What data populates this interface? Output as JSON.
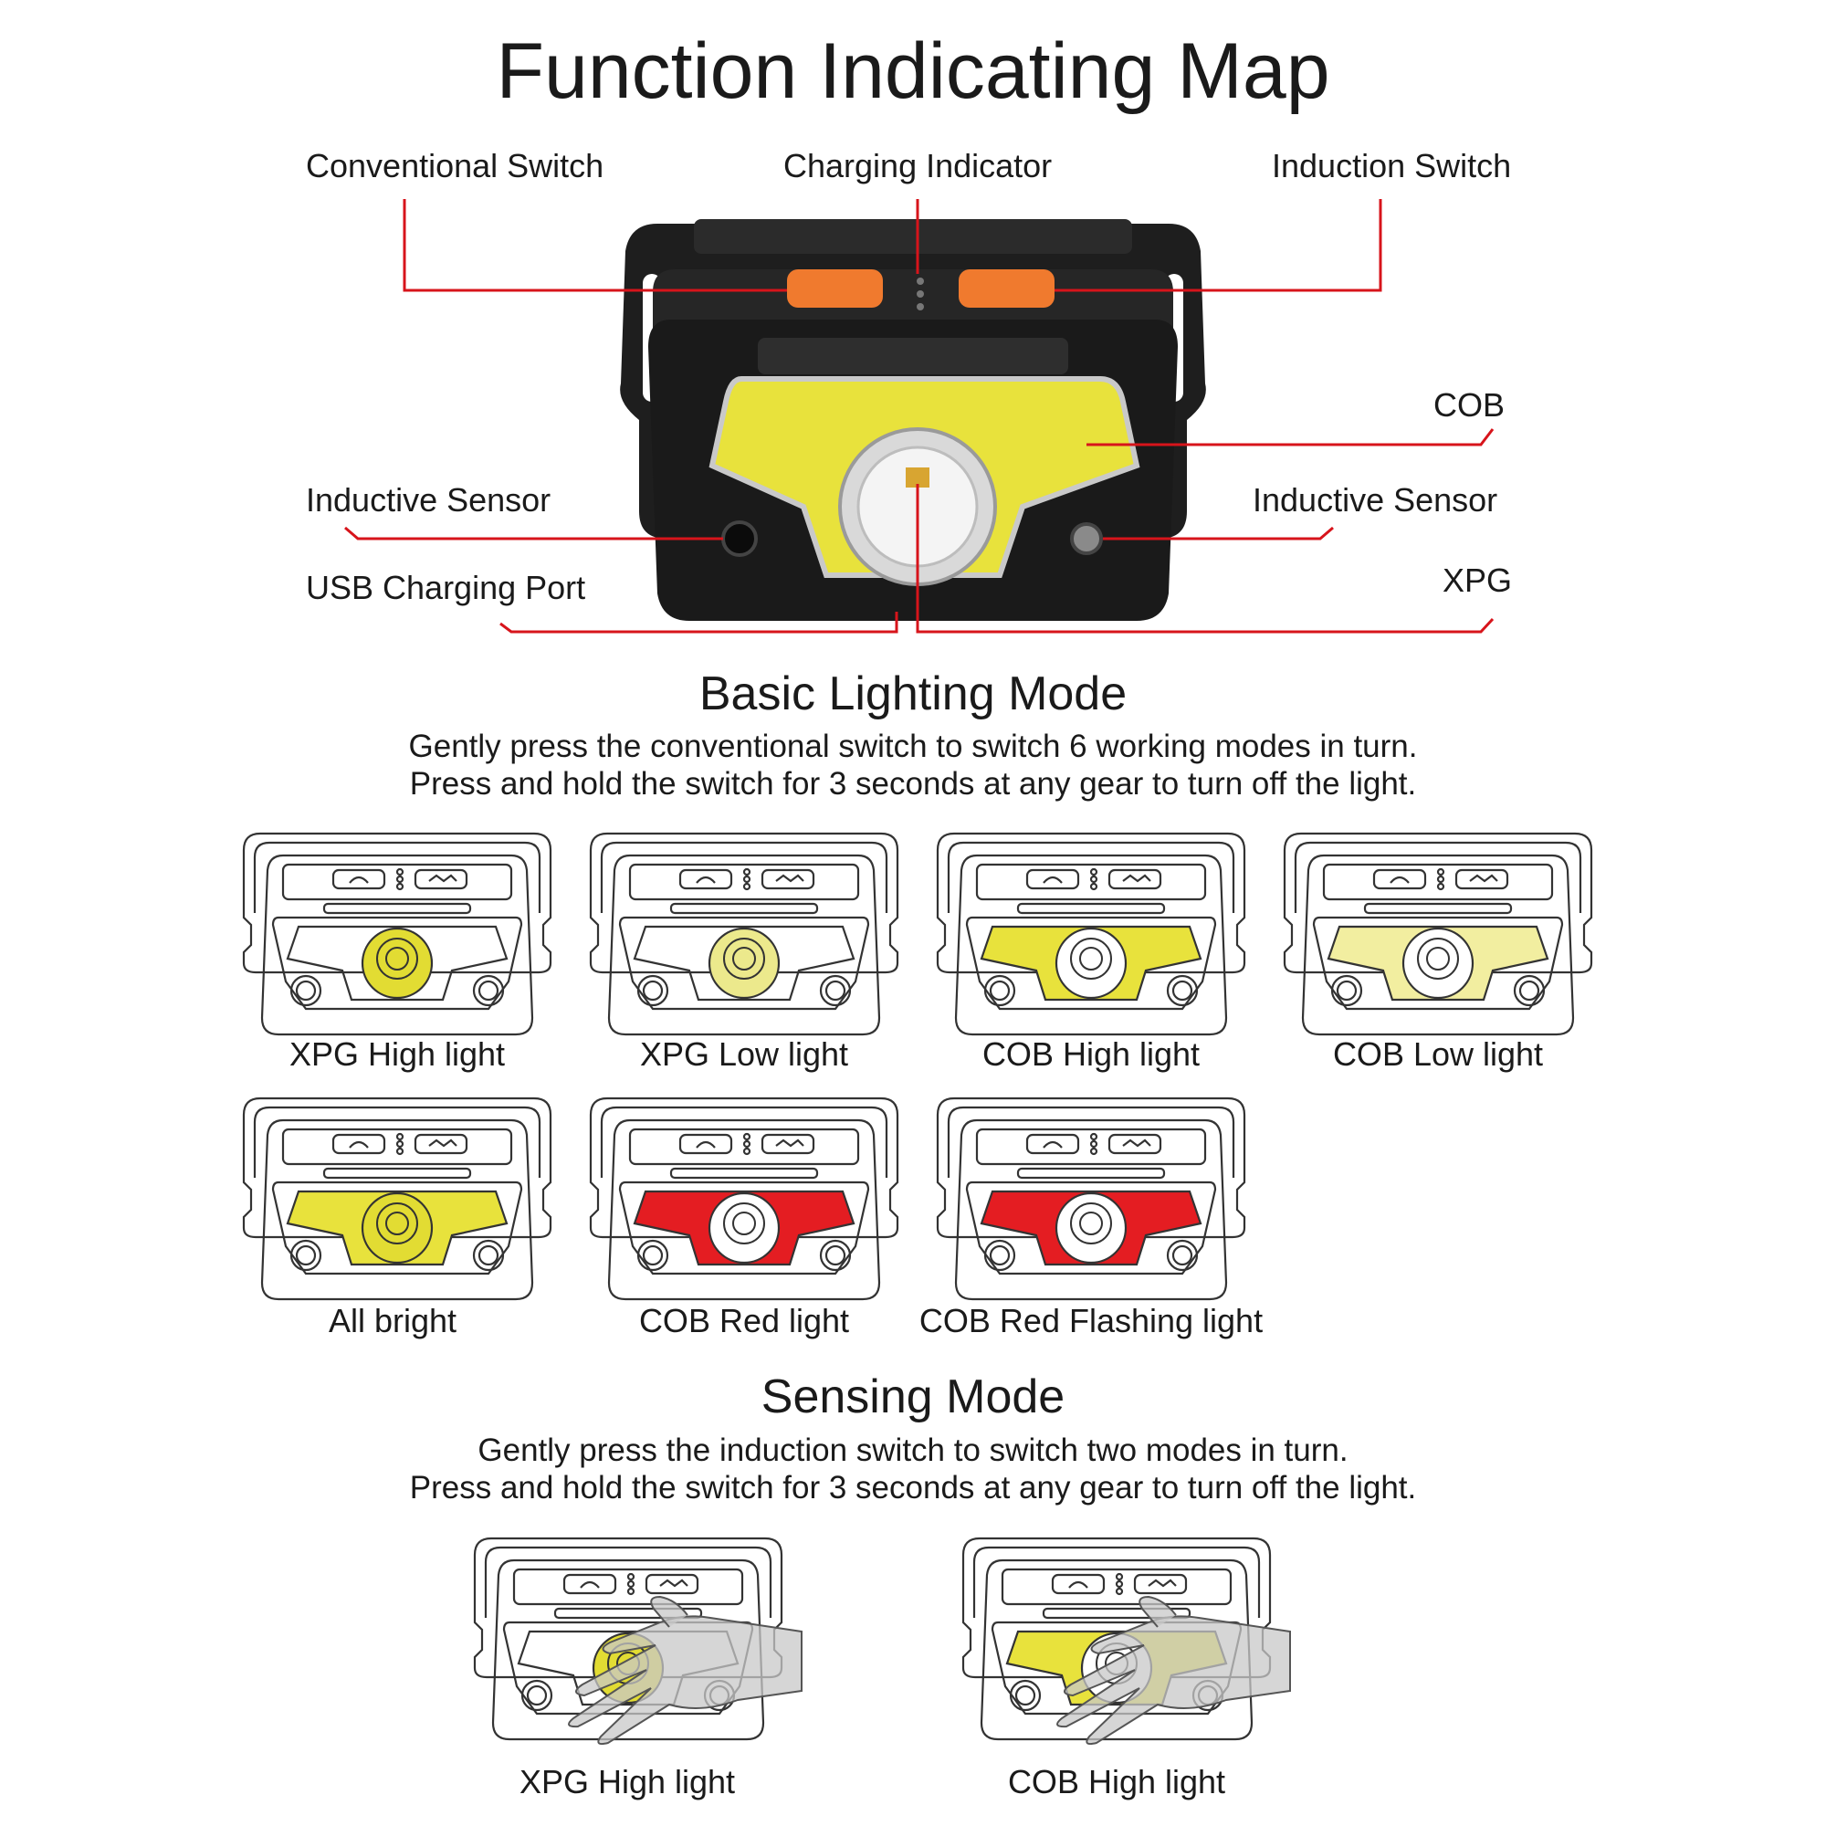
{
  "title": "Function Indicating Map",
  "callouts": {
    "conventional_switch": "Conventional Switch",
    "charging_indicator": "Charging Indicator",
    "induction_switch": "Induction Switch",
    "cob": "COB",
    "inductive_sensor_left": "Inductive Sensor",
    "inductive_sensor_right": "Inductive Sensor",
    "usb_charging_port": "USB Charging Port",
    "xpg": "XPG"
  },
  "basic": {
    "heading": "Basic Lighting Mode",
    "line1": "Gently press the conventional switch to switch 6 working modes in turn.",
    "line2": "Press and hold the switch for 3 seconds at any gear to turn off the light.",
    "modes": [
      {
        "caption": "XPG High light"
      },
      {
        "caption": "XPG Low light"
      },
      {
        "caption": "COB High light"
      },
      {
        "caption": "COB Low light"
      },
      {
        "caption": "All bright"
      },
      {
        "caption": "COB Red light"
      },
      {
        "caption": "COB Red Flashing light"
      }
    ]
  },
  "sensing": {
    "heading": "Sensing Mode",
    "line1": "Gently press the induction switch to switch two modes in turn.",
    "line2": "Press and hold the switch for 3 seconds at any gear to turn off the light.",
    "modes": [
      {
        "caption": "XPG High light"
      },
      {
        "caption": "COB High light"
      }
    ]
  },
  "colors": {
    "leader": "#d7141b",
    "button": "#f07a2e",
    "cob_yellow": "#e8e23c",
    "cob_yellow_light": "#f2eea0",
    "xpg_yellow": "#e2dc33",
    "xpg_yellow_light": "#ece98c",
    "red": "#e41d22"
  }
}
